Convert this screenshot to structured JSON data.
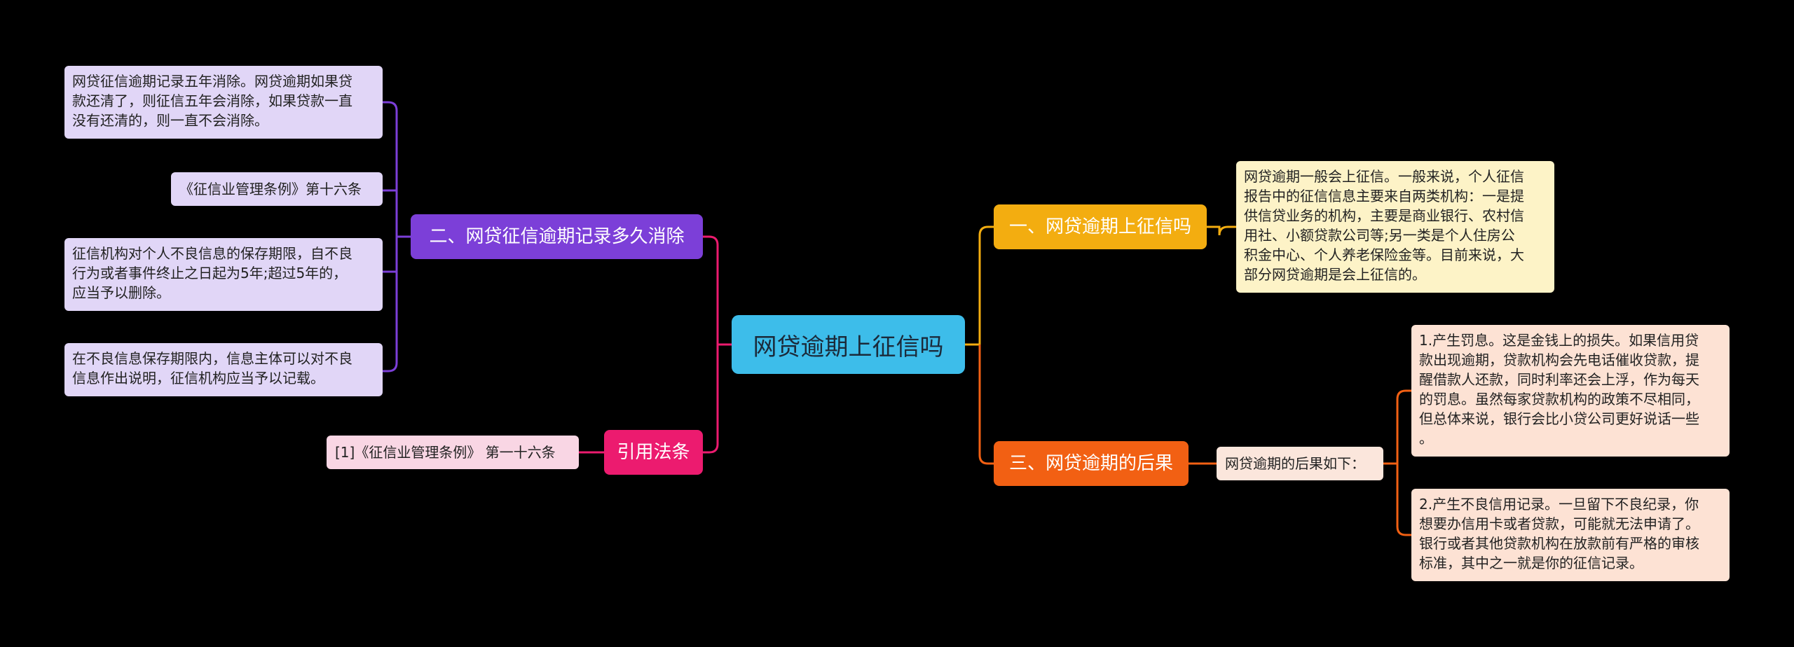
{
  "colors": {
    "background": "#000000",
    "root": "#3dbdea",
    "purple": "#7c3fd8",
    "purple_leaf": "#e1d6f7",
    "pink": "#ec1b6f",
    "pink_leaf": "#f9d6e4",
    "amber": "#f3ad10",
    "amber_leaf": "#fdf3c7",
    "orange": "#f26013",
    "orange_leaf": "#fde2d4",
    "orange_mid": "#fbe6dc"
  },
  "root": {
    "label": "网贷逾期上征信吗"
  },
  "branches": {
    "b1": {
      "label": "一、网贷逾期上征信吗"
    },
    "b2": {
      "label": "二、网贷征信逾期记录多久消除"
    },
    "b3": {
      "label": "三、网贷逾期的后果"
    },
    "b4": {
      "label": "引用法条"
    }
  },
  "leaves": {
    "b1_1": "网贷逾期一般会上征信。一般来说，个人征信\n报告中的征信信息主要来自两类机构：一是提\n供信贷业务的机构，主要是商业银行、农村信\n用社、小额贷款公司等;另一类是个人住房公\n积金中心、个人养老保险金等。目前来说，大\n部分网贷逾期是会上征信的。",
    "b2_1": "网贷征信逾期记录五年消除。网贷逾期如果贷\n款还清了，则征信五年会消除，如果贷款一直\n没有还清的，则一直不会消除。",
    "b2_2": "《征信业管理条例》第十六条",
    "b2_3": "征信机构对个人不良信息的保存期限，自不良\n行为或者事件终止之日起为5年;超过5年的，\n应当予以删除。",
    "b2_4": "在不良信息保存期限内，信息主体可以对不良\n信息作出说明，征信机构应当予以记载。",
    "b3_mid": "网贷逾期的后果如下：",
    "b3_1": "1.产生罚息。这是金钱上的损失。如果信用贷\n款出现逾期，贷款机构会先电话催收贷款，提\n醒借款人还款，同时利率还会上浮，作为每天\n的罚息。虽然每家贷款机构的政策不尽相同，\n但总体来说，银行会比小贷公司更好说话一些\n。",
    "b3_2": "2.产生不良信用记录。一旦留下不良纪录，你\n想要办信用卡或者贷款，可能就无法申请了。\n银行或者其他贷款机构在放款前有严格的审核\n标准，其中之一就是你的征信记录。",
    "b4_1": "[1]《征信业管理条例》 第一十六条"
  }
}
